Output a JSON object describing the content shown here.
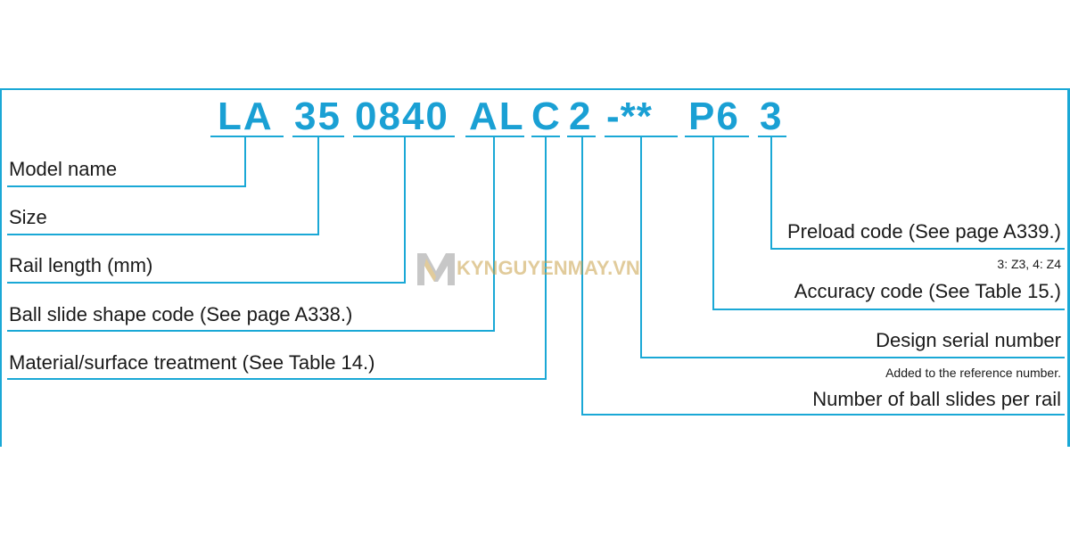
{
  "code_parts": {
    "model": "LA",
    "size": "35",
    "length": "0840",
    "shape": "AL",
    "material": "C",
    "slides": "2",
    "serial": "-**",
    "accuracy": "P6",
    "preload": "3"
  },
  "labels_left": {
    "model_name": "Model name",
    "size": "Size",
    "rail_length": "Rail length (mm)",
    "ball_slide_shape": "Ball slide shape code (See page A338.)",
    "material": "Material/surface treatment (See Table 14.)"
  },
  "labels_right": {
    "preload": "Preload code (See page A339.)",
    "preload_note": "3: Z3, 4: Z4",
    "accuracy": "Accuracy code (See Table 15.)",
    "design_serial": "Design serial number",
    "design_serial_note": "Added to the reference number.",
    "slides_per_rail": "Number of ball slides per rail"
  },
  "watermark": {
    "text": "KYNGUYENMAY.VN"
  },
  "colors": {
    "accent": "#1aa8d6",
    "code_text": "#1aa0d4",
    "label_text": "#1a1a1a",
    "watermark": "#c9a24a"
  }
}
